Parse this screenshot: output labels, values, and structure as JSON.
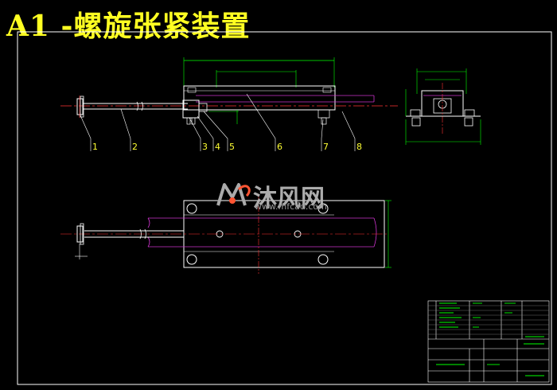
{
  "title": "A1 -螺旋张紧装置",
  "part_labels": [
    "1",
    "2",
    "3",
    "4",
    "5",
    "6",
    "7",
    "8"
  ],
  "watermark": {
    "brand": "沐风网",
    "url": "www.mfcad.com"
  },
  "colors": {
    "background": "#000000",
    "frame": "#ffffff",
    "title": "#ffff22",
    "numbers": "#ffff33",
    "dimension": "#00ff00",
    "centerline": "#ff3333",
    "belt": "#cc33cc",
    "part": "#ffffff"
  }
}
